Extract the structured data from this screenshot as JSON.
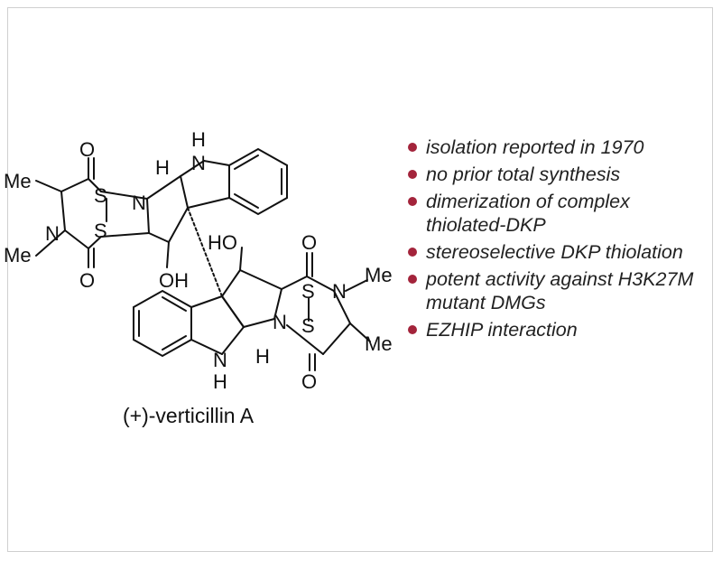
{
  "structure": {
    "caption": "(+)-verticillin A",
    "labels": {
      "o_top_left": "O",
      "o_bottom_left": "O",
      "me_left_top": "Me",
      "me_left_bottom": "Me",
      "n_left": "N",
      "s_left_1": "S",
      "s_left_2": "S",
      "n_pyrrolidine_left": "N",
      "h_left": "H",
      "nh_top_n": "N",
      "nh_top_h": "H",
      "oh_left": "OH",
      "ho_right": "HO",
      "o_top_right": "O",
      "o_bottom_right": "O",
      "n_right": "N",
      "me_right_top": "Me",
      "me_right_bottom": "Me",
      "s_right_1": "S",
      "s_right_2": "S",
      "n_pyrrolidine_right": "N",
      "h_right": "H",
      "nh_bottom_n": "N",
      "nh_bottom_h": "H"
    }
  },
  "bullets": {
    "color": "#a3243b",
    "items": [
      "isolation reported  in 1970",
      "no prior total synthesis",
      "dimerization of complex thiolated-DKP",
      "stereoselective DKP thiolation",
      "potent activity against H3K27M mutant DMGs",
      "EZHIP interaction"
    ]
  }
}
